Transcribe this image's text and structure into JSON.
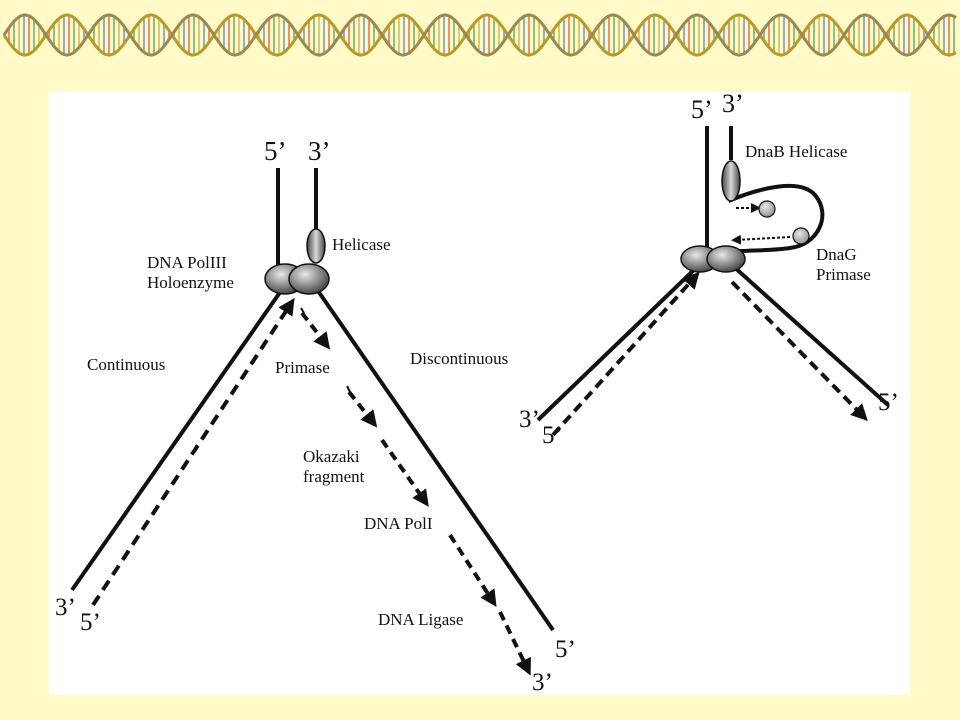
{
  "colors": {
    "background": "#fffac8",
    "panel": "#ffffff",
    "ink": "#111111",
    "enzyme": "#7a7a7a",
    "primer": "#b9b9b9",
    "helix_a": "#4a7bd0",
    "helix_b": "#d8502a",
    "helix_c": "#3aa24a",
    "helix_d": "#c8a83a"
  },
  "left_diagram": {
    "top_5": "5’",
    "top_3": "3’",
    "polymerase_line1": "DNA PolIII",
    "polymerase_line2": "Holoenzyme",
    "helicase": "Helicase",
    "continuous": "Continuous",
    "discontinuous": "Discontinuous",
    "primase": "Primase",
    "okazaki_line1": "Okazaki",
    "okazaki_line2": "fragment",
    "dna_pol1": "DNA PolI",
    "dna_ligase": "DNA Ligase",
    "bottom_left_3": "3’",
    "bottom_left_5": "5’",
    "bottom_right_5": "5’",
    "bottom_right_3": "3’"
  },
  "right_diagram": {
    "top_5": "5’",
    "top_3": "3’",
    "dnab_helicase": "DnaB Helicase",
    "dnag_line1": "DnaG",
    "dnag_line2": "Primase",
    "bottom_left_3": "3’",
    "bottom_left_5": "5’",
    "bottom_right_5": "5’"
  }
}
